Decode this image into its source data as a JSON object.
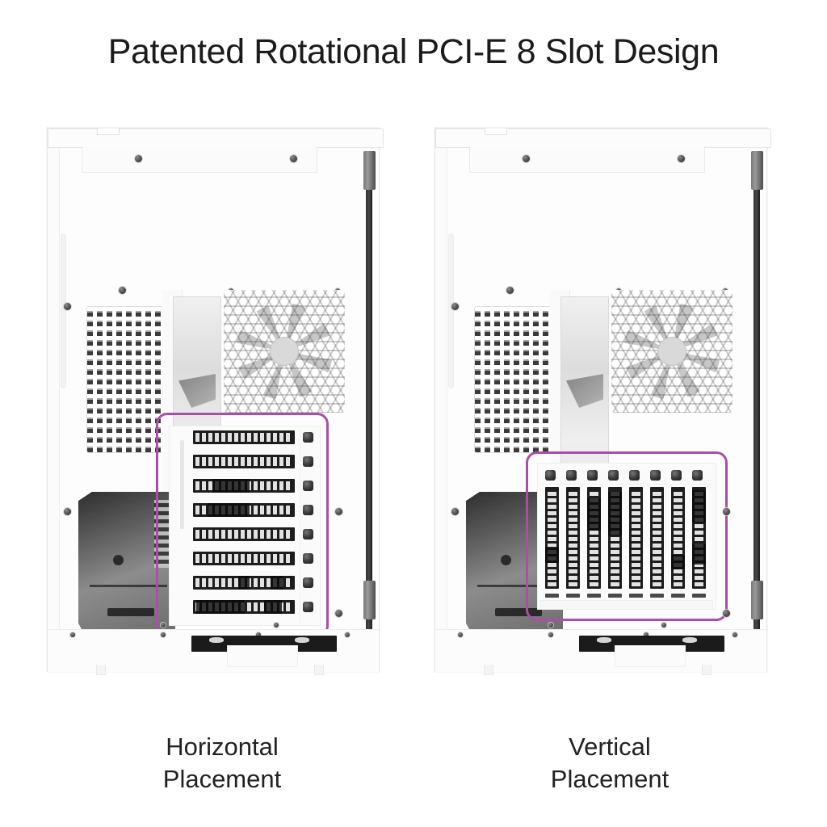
{
  "title": "Patented Rotational PCI-E 8 Slot Design",
  "colors": {
    "background": "#ffffff",
    "title_text": "#1b1b1b",
    "caption_text": "#222222",
    "case_white": "#fdfdfd",
    "highlight_purple": "#a94fa8",
    "slot_dark": "#1d1d1d",
    "hinge_dark": "#2b2b2b"
  },
  "panels": [
    {
      "id": "horizontal",
      "orientation": "horizontal",
      "caption_line1": "Horizontal",
      "caption_line2": "Placement",
      "slot_count": 8,
      "thumbscrew_count": 8,
      "highlight_label": "PCI-E slot area highlight"
    },
    {
      "id": "vertical",
      "orientation": "vertical",
      "caption_line1": "Vertical",
      "caption_line2": "Placement",
      "slot_count": 8,
      "thumbscrew_count": 8,
      "highlight_label": "PCI-E slot area highlight"
    }
  ],
  "case_features": {
    "vent_panel": "honeycomb-vent",
    "fan_grille": "hexagonal-fan-grille",
    "center_window": "motherboard-tray-window",
    "psu_cavity": "psu-shroud-cavity",
    "hinge": "side-panel-hinge-rail",
    "base": "bottom-base-plate"
  }
}
